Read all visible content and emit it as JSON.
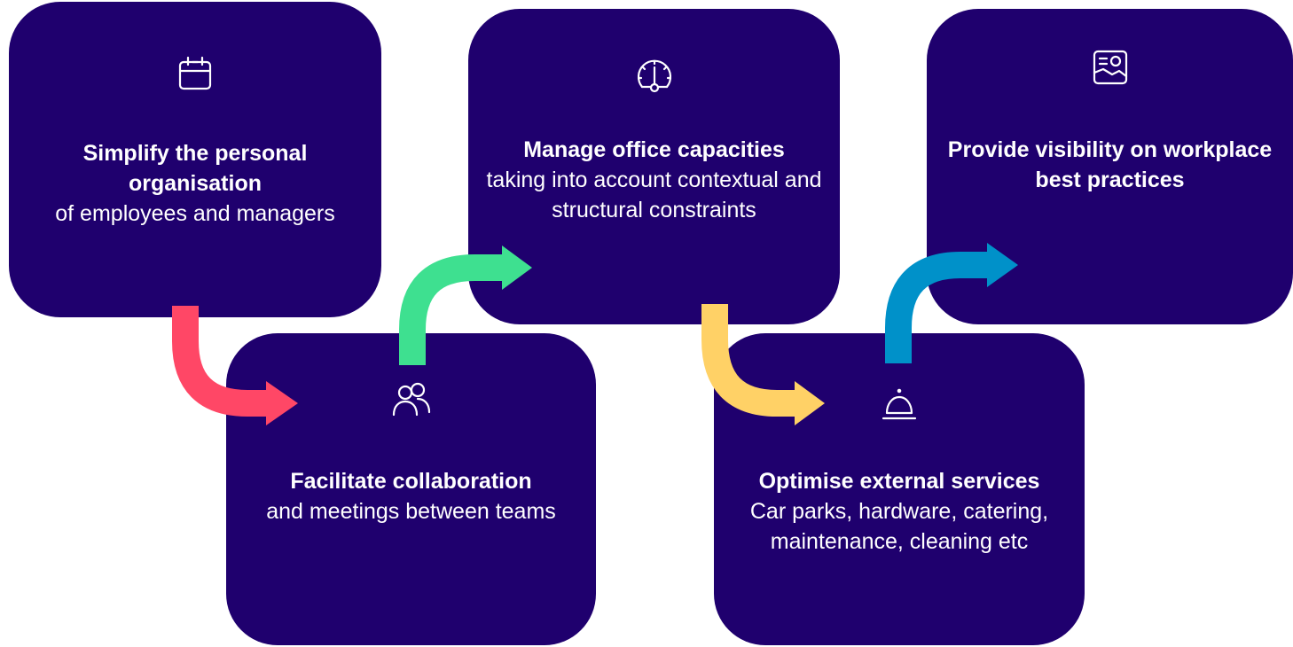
{
  "cards": [
    {
      "icon": "calendar-icon",
      "title": "Simplify the personal organisation",
      "desc": "of employees and managers"
    },
    {
      "icon": "people-icon",
      "title": "Facilitate collaboration",
      "desc": "and meetings between teams"
    },
    {
      "icon": "speedometer-icon",
      "title": "Manage office capacities",
      "desc": "taking into account contextual and structural constraints"
    },
    {
      "icon": "service-bell-icon",
      "title": "Optimise external services",
      "desc": "Car parks, hardware, catering, maintenance, cleaning etc"
    },
    {
      "icon": "report-image-icon",
      "title": "Provide visibility on workplace best practices",
      "desc": ""
    }
  ],
  "colors": {
    "card_background": "#1f006e",
    "text": "#ffffff",
    "arrow_1": "#ff4766",
    "arrow_2": "#3ee090",
    "arrow_3": "#ffd166",
    "arrow_4": "#0091c9"
  }
}
